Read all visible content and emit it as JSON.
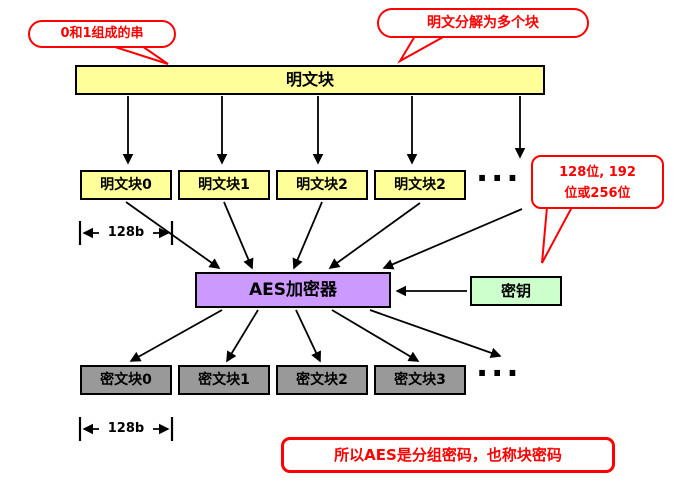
{
  "diagram": {
    "colors": {
      "plaintext_fill": "#FFFF99",
      "aes_fill": "#CC99FF",
      "key_fill": "#CCFFCC",
      "ciphertext_fill": "#999999",
      "callout_red": "#FF0000",
      "arrow_black": "#000000"
    },
    "callouts": {
      "bit_string": "0和1组成的串",
      "split": "明文分解为多个块",
      "key_size_line1": "128位, 192",
      "key_size_line2": "位或256位",
      "conclusion": "所以AES是分组密码，也称块密码"
    },
    "plaintext_bar": "明文块",
    "plaintext_blocks": [
      "明文块0",
      "明文块1",
      "明文块2",
      "明文块2"
    ],
    "ciphertext_blocks": [
      "密文块0",
      "密文块1",
      "密文块2",
      "密文块3"
    ],
    "aes_label": "AES加密器",
    "key_label": "密钥",
    "measure_top": "128b",
    "measure_bottom": "128b",
    "ellipsis_top": "...",
    "ellipsis_bottom": "..."
  }
}
